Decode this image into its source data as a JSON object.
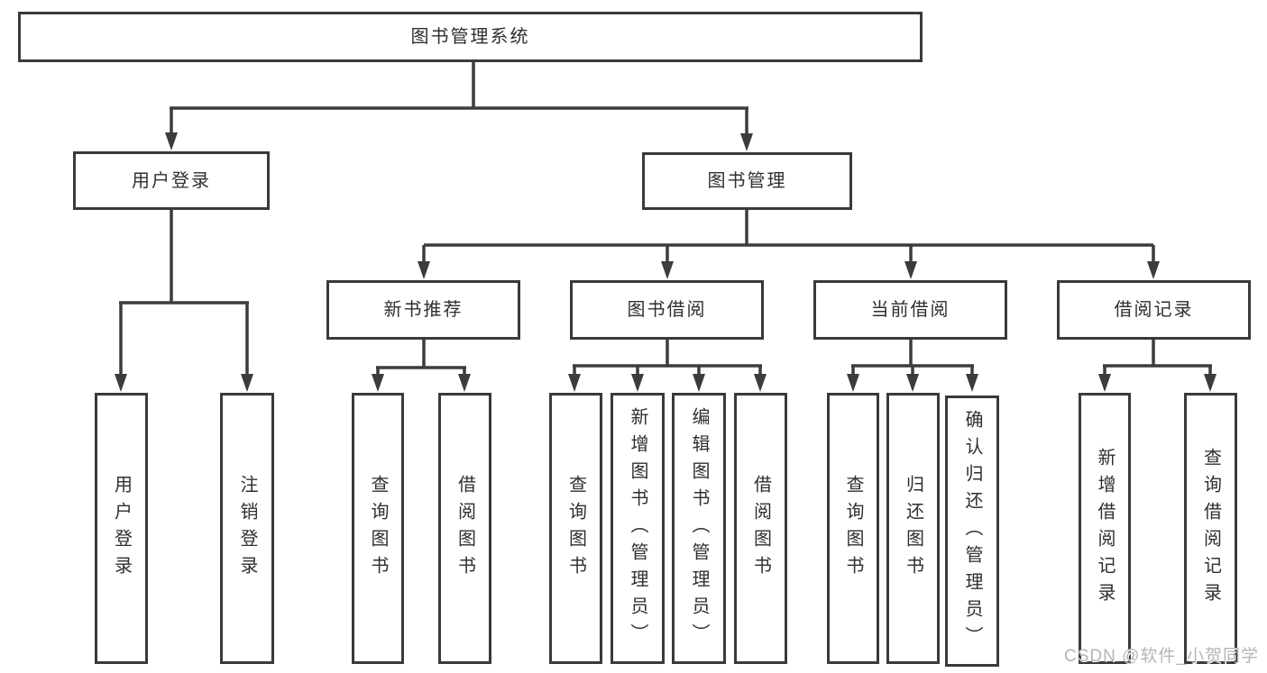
{
  "diagram_type": "hierarchy-tree",
  "tree": {
    "label": "图书管理系统",
    "children": [
      {
        "label": "用户登录",
        "children": [
          {
            "label": "用户登录"
          },
          {
            "label": "注销登录"
          }
        ]
      },
      {
        "label": "图书管理",
        "children": [
          {
            "label": "新书推荐",
            "children": [
              {
                "label": "查询图书"
              },
              {
                "label": "借阅图书"
              }
            ]
          },
          {
            "label": "图书借阅",
            "children": [
              {
                "label": "查询图书"
              },
              {
                "label": "新增图书（管理员）"
              },
              {
                "label": "编辑图书（管理员）"
              },
              {
                "label": "借阅图书"
              }
            ]
          },
          {
            "label": "当前借阅",
            "children": [
              {
                "label": "查询图书"
              },
              {
                "label": "归还图书"
              },
              {
                "label": "确认归还（管理员）"
              }
            ]
          },
          {
            "label": "借阅记录",
            "children": [
              {
                "label": "新增借阅记录"
              },
              {
                "label": "查询借阅记录"
              }
            ]
          }
        ]
      }
    ]
  },
  "watermark": {
    "text": "CSDN @软件_小贺同学"
  },
  "colors": {
    "line": "#3c3c3c",
    "box_border": "#3a3a3a",
    "box_fill": "#ffffff",
    "text": "#2f2f2f",
    "watermark": "#b5b5b5",
    "background": "#ffffff"
  }
}
